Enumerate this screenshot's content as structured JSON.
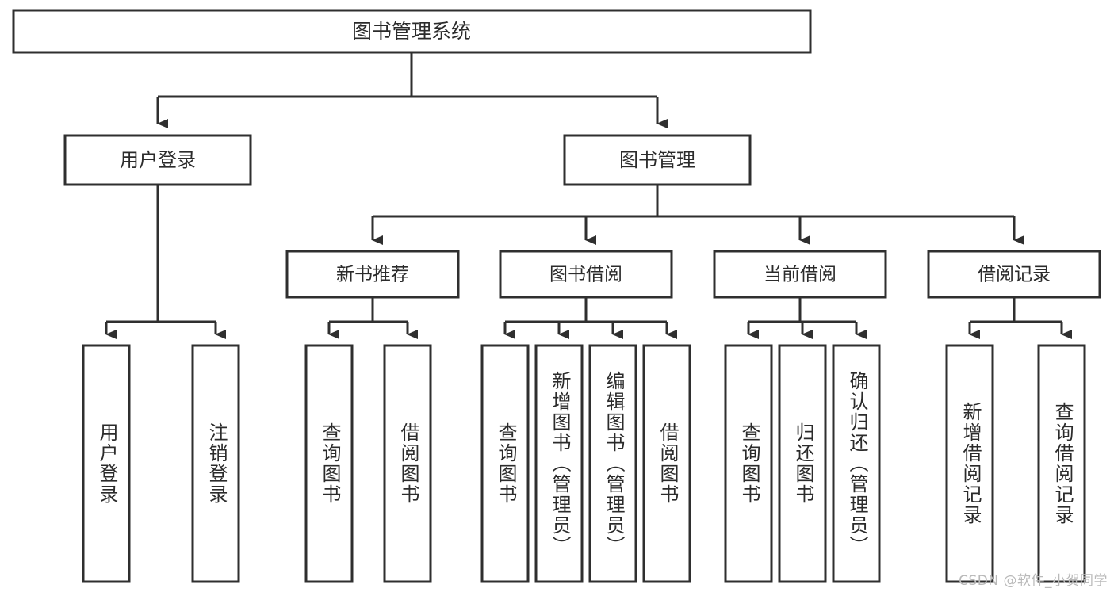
{
  "diagram": {
    "title": "图书管理系统",
    "type": "tree",
    "watermark": "CSDN @软件_小贺同学",
    "colors": {
      "stroke": "#2f2f2f",
      "box_fill": "#ffffff",
      "background": "#ffffff",
      "watermark": "#b9b9b9"
    },
    "levels": {
      "level1": [
        {
          "id": "root",
          "label": "图书管理系统"
        }
      ],
      "level2": [
        {
          "id": "user-login",
          "label": "用户登录",
          "parent": "root"
        },
        {
          "id": "book-manage",
          "label": "图书管理",
          "parent": "root"
        }
      ],
      "level3": [
        {
          "id": "new-book-rec",
          "label": "新书推荐",
          "parent": "book-manage"
        },
        {
          "id": "book-borrow",
          "label": "图书借阅",
          "parent": "book-manage"
        },
        {
          "id": "current-borrow",
          "label": "当前借阅",
          "parent": "book-manage"
        },
        {
          "id": "borrow-record",
          "label": "借阅记录",
          "parent": "book-manage"
        }
      ],
      "leaves": [
        {
          "id": "leaf-user-login",
          "label": "用户登录",
          "parent": "user-login"
        },
        {
          "id": "leaf-logout",
          "label": "注销登录",
          "parent": "user-login"
        },
        {
          "id": "leaf-query-book-1",
          "label": "查询图书",
          "parent": "new-book-rec"
        },
        {
          "id": "leaf-borrow-book-1",
          "label": "借阅图书",
          "parent": "new-book-rec"
        },
        {
          "id": "leaf-query-book-2",
          "label": "查询图书",
          "parent": "book-borrow"
        },
        {
          "id": "leaf-add-book",
          "label": "新增图书（管理员）",
          "parent": "book-borrow"
        },
        {
          "id": "leaf-edit-book",
          "label": "编辑图书（管理员）",
          "parent": "book-borrow"
        },
        {
          "id": "leaf-borrow-book-2",
          "label": "借阅图书",
          "parent": "book-borrow"
        },
        {
          "id": "leaf-query-book-3",
          "label": "查询图书",
          "parent": "current-borrow"
        },
        {
          "id": "leaf-return-book",
          "label": "归还图书",
          "parent": "current-borrow"
        },
        {
          "id": "leaf-confirm-return",
          "label": "确认归还（管理员）",
          "parent": "current-borrow"
        },
        {
          "id": "leaf-add-record",
          "label": "新增借阅记录",
          "parent": "borrow-record"
        },
        {
          "id": "leaf-query-record",
          "label": "查询借阅记录",
          "parent": "borrow-record"
        }
      ]
    }
  }
}
